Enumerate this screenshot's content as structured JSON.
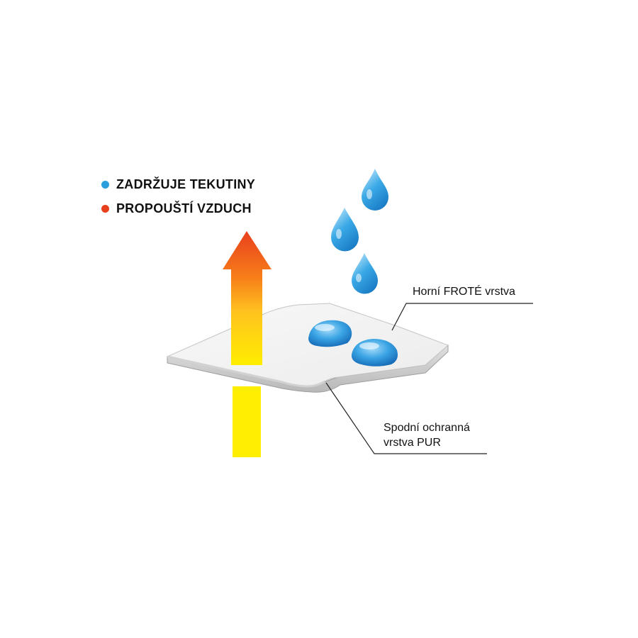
{
  "legend": {
    "items": [
      {
        "label": "ZADRŽUJE TEKUTINY",
        "color": "#2a9fdb"
      },
      {
        "label": "PROPOUŠTÍ VZDUCH",
        "color": "#e8401c"
      }
    ]
  },
  "callouts": {
    "top_layer": "Horní FROTÉ vrstva",
    "bottom_layer_line1": "Spodní ochranná",
    "bottom_layer_line2": "vrstva PUR"
  },
  "colors": {
    "water": "#2a9fdb",
    "air_top": "#e8401c",
    "air_bottom": "#ffee00",
    "leader_line": "#222222"
  }
}
